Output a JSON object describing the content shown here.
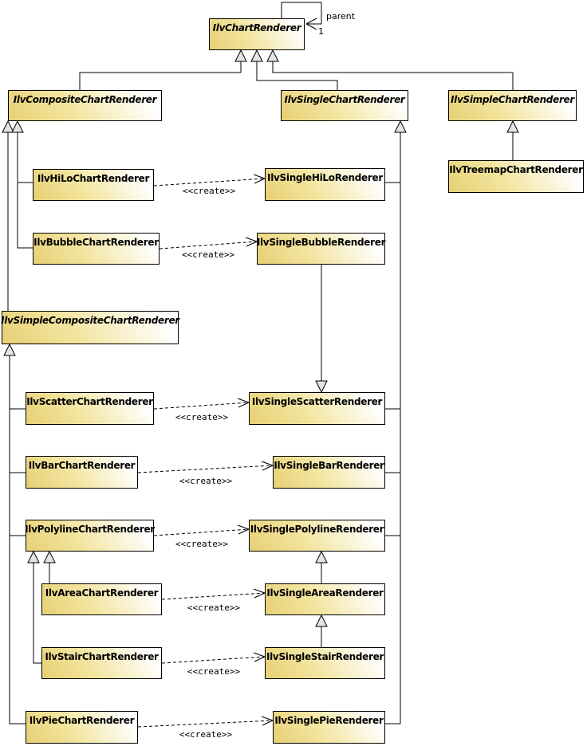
{
  "labels": {
    "create": "<<create>>",
    "parent": "parent",
    "multiplicity_one": "1"
  },
  "colors": {
    "node_fill_dark": "#e7d074",
    "node_fill_light": "#ffffff",
    "border": "#000000",
    "triangle_fill": "#e4e4e4",
    "background": "#ffffff"
  },
  "classes": [
    {
      "name": "IlvChartRenderer",
      "abstract": true
    },
    {
      "name": "IlvCompositeChartRenderer",
      "abstract": true
    },
    {
      "name": "IlvSingleChartRenderer",
      "abstract": true
    },
    {
      "name": "IlvSimpleChartRenderer",
      "abstract": true
    },
    {
      "name": "IlvTreemapChartRenderer",
      "abstract": false
    },
    {
      "name": "IlvHiLoChartRenderer",
      "abstract": false
    },
    {
      "name": "IlvSingleHiLoRenderer",
      "abstract": false
    },
    {
      "name": "IlvBubbleChartRenderer",
      "abstract": false
    },
    {
      "name": "IlvSingleBubbleRenderer",
      "abstract": false
    },
    {
      "name": "IlvSimpleCompositeChartRenderer",
      "abstract": true
    },
    {
      "name": "IlvScatterChartRenderer",
      "abstract": false
    },
    {
      "name": "IlvSingleScatterRenderer",
      "abstract": false
    },
    {
      "name": "IlvBarChartRenderer",
      "abstract": false
    },
    {
      "name": "IlvSingleBarRenderer",
      "abstract": false
    },
    {
      "name": "IlvPolylineChartRenderer",
      "abstract": false
    },
    {
      "name": "IlvSinglePolylineRenderer",
      "abstract": false
    },
    {
      "name": "IlvAreaChartRenderer",
      "abstract": false
    },
    {
      "name": "IlvSingleAreaRenderer",
      "abstract": false
    },
    {
      "name": "IlvStairChartRenderer",
      "abstract": false
    },
    {
      "name": "IlvSingleStairRenderer",
      "abstract": false
    },
    {
      "name": "IlvPieChartRenderer",
      "abstract": false
    },
    {
      "name": "IlvSinglePieRenderer",
      "abstract": false
    }
  ],
  "relations": [
    {
      "from": "IlvCompositeChartRenderer",
      "to": "IlvChartRenderer",
      "type": "inheritance"
    },
    {
      "from": "IlvSingleChartRenderer",
      "to": "IlvChartRenderer",
      "type": "inheritance"
    },
    {
      "from": "IlvSimpleChartRenderer",
      "to": "IlvChartRenderer",
      "type": "inheritance"
    },
    {
      "from": "IlvChartRenderer",
      "to": "IlvChartRenderer",
      "type": "association",
      "label": "parent",
      "multiplicity": "1"
    },
    {
      "from": "IlvTreemapChartRenderer",
      "to": "IlvSimpleChartRenderer",
      "type": "inheritance"
    },
    {
      "from": "IlvHiLoChartRenderer",
      "to": "IlvCompositeChartRenderer",
      "type": "inheritance"
    },
    {
      "from": "IlvBubbleChartRenderer",
      "to": "IlvCompositeChartRenderer",
      "type": "inheritance"
    },
    {
      "from": "IlvSimpleCompositeChartRenderer",
      "to": "IlvCompositeChartRenderer",
      "type": "inheritance"
    },
    {
      "from": "IlvScatterChartRenderer",
      "to": "IlvSimpleCompositeChartRenderer",
      "type": "inheritance"
    },
    {
      "from": "IlvBarChartRenderer",
      "to": "IlvSimpleCompositeChartRenderer",
      "type": "inheritance"
    },
    {
      "from": "IlvPolylineChartRenderer",
      "to": "IlvSimpleCompositeChartRenderer",
      "type": "inheritance"
    },
    {
      "from": "IlvPieChartRenderer",
      "to": "IlvSimpleCompositeChartRenderer",
      "type": "inheritance"
    },
    {
      "from": "IlvAreaChartRenderer",
      "to": "IlvPolylineChartRenderer",
      "type": "inheritance"
    },
    {
      "from": "IlvStairChartRenderer",
      "to": "IlvPolylineChartRenderer",
      "type": "inheritance"
    },
    {
      "from": "IlvSingleHiLoRenderer",
      "to": "IlvSingleChartRenderer",
      "type": "inheritance"
    },
    {
      "from": "IlvSingleScatterRenderer",
      "to": "IlvSingleChartRenderer",
      "type": "inheritance"
    },
    {
      "from": "IlvSingleBarRenderer",
      "to": "IlvSingleChartRenderer",
      "type": "inheritance"
    },
    {
      "from": "IlvSinglePolylineRenderer",
      "to": "IlvSingleChartRenderer",
      "type": "inheritance"
    },
    {
      "from": "IlvSinglePieRenderer",
      "to": "IlvSingleChartRenderer",
      "type": "inheritance"
    },
    {
      "from": "IlvSingleBubbleRenderer",
      "to": "IlvSingleScatterRenderer",
      "type": "inheritance"
    },
    {
      "from": "IlvSingleAreaRenderer",
      "to": "IlvSinglePolylineRenderer",
      "type": "inheritance"
    },
    {
      "from": "IlvSingleStairRenderer",
      "to": "IlvSingleAreaRenderer",
      "type": "inheritance"
    },
    {
      "from": "IlvHiLoChartRenderer",
      "to": "IlvSingleHiLoRenderer",
      "type": "create"
    },
    {
      "from": "IlvBubbleChartRenderer",
      "to": "IlvSingleBubbleRenderer",
      "type": "create"
    },
    {
      "from": "IlvScatterChartRenderer",
      "to": "IlvSingleScatterRenderer",
      "type": "create"
    },
    {
      "from": "IlvBarChartRenderer",
      "to": "IlvSingleBarRenderer",
      "type": "create"
    },
    {
      "from": "IlvPolylineChartRenderer",
      "to": "IlvSinglePolylineRenderer",
      "type": "create"
    },
    {
      "from": "IlvAreaChartRenderer",
      "to": "IlvSingleAreaRenderer",
      "type": "create"
    },
    {
      "from": "IlvStairChartRenderer",
      "to": "IlvSingleStairRenderer",
      "type": "create"
    },
    {
      "from": "IlvPieChartRenderer",
      "to": "IlvSinglePieRenderer",
      "type": "create"
    }
  ]
}
